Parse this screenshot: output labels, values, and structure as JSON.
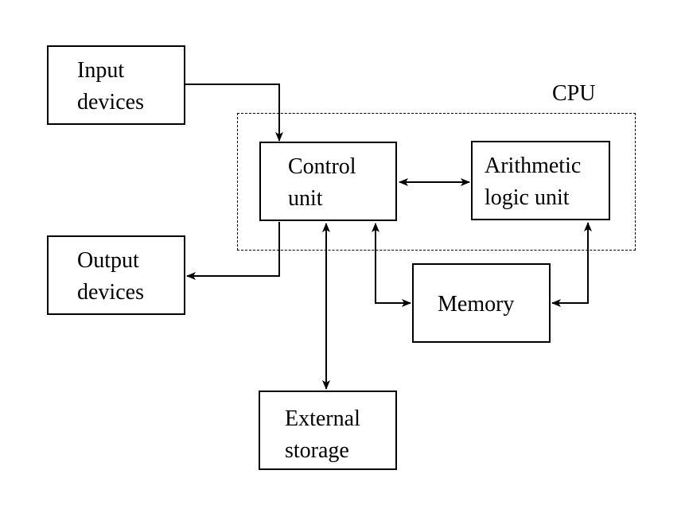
{
  "cpu": {
    "label": "CPU"
  },
  "nodes": {
    "input_devices": {
      "line1": "Input",
      "line2": "devices"
    },
    "output_devices": {
      "line1": "Output",
      "line2": "devices"
    },
    "control_unit": {
      "line1": "Control",
      "line2": "unit"
    },
    "alu": {
      "line1": "Arithmetic",
      "line2": "logic unit"
    },
    "memory": {
      "line1": "Memory"
    },
    "external_storage": {
      "line1": "External",
      "line2": "storage"
    }
  }
}
